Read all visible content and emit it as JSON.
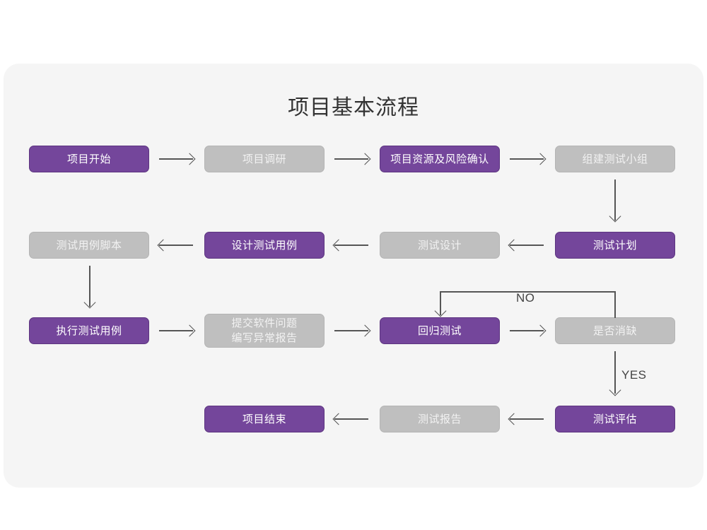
{
  "page": {
    "title": "项目基本流程",
    "background": "#ffffff",
    "card_background": "#f5f5f5"
  },
  "palette": {
    "purple": "#74469b",
    "purple_border": "#5d3580",
    "gray": "#bfbfbf",
    "gray_border": "#b4b4b4",
    "connector": "#555555",
    "title_text": "#333333",
    "node_text_on_purple": "#ffffff",
    "node_text_on_gray": "#f2f2f2"
  },
  "flowchart": {
    "type": "flowchart",
    "direction": "serpentine",
    "nodes": [
      {
        "id": "n1",
        "label": "项目开始",
        "style": "purple",
        "row": 1,
        "col": 1
      },
      {
        "id": "n2",
        "label": "项目调研",
        "style": "gray",
        "row": 1,
        "col": 2
      },
      {
        "id": "n3",
        "label": "项目资源及风险确认",
        "style": "purple",
        "row": 1,
        "col": 3
      },
      {
        "id": "n4",
        "label": "组建测试小组",
        "style": "gray",
        "row": 1,
        "col": 4
      },
      {
        "id": "n5",
        "label": "测试计划",
        "style": "purple",
        "row": 2,
        "col": 4
      },
      {
        "id": "n6",
        "label": "测试设计",
        "style": "gray",
        "row": 2,
        "col": 3
      },
      {
        "id": "n7",
        "label": "设计测试用例",
        "style": "purple",
        "row": 2,
        "col": 2
      },
      {
        "id": "n8",
        "label": "测试用例脚本",
        "style": "gray",
        "row": 2,
        "col": 1
      },
      {
        "id": "n9",
        "label": "执行测试用例",
        "style": "purple",
        "row": 3,
        "col": 1
      },
      {
        "id": "n10",
        "label": "提交软件问题\n编写异常报告",
        "style": "gray",
        "row": 3,
        "col": 2
      },
      {
        "id": "n11",
        "label": "回归测试",
        "style": "purple",
        "row": 3,
        "col": 3
      },
      {
        "id": "n12",
        "label": "是否消缺",
        "style": "gray",
        "row": 3,
        "col": 4
      },
      {
        "id": "n13",
        "label": "测试评估",
        "style": "purple",
        "row": 4,
        "col": 4
      },
      {
        "id": "n14",
        "label": "测试报告",
        "style": "gray",
        "row": 4,
        "col": 3
      },
      {
        "id": "n15",
        "label": "项目结束",
        "style": "purple",
        "row": 4,
        "col": 2
      }
    ],
    "edges": [
      {
        "from": "n1",
        "to": "n2",
        "label": "",
        "direction": "right"
      },
      {
        "from": "n2",
        "to": "n3",
        "label": "",
        "direction": "right"
      },
      {
        "from": "n3",
        "to": "n4",
        "label": "",
        "direction": "right"
      },
      {
        "from": "n4",
        "to": "n5",
        "label": "",
        "direction": "down"
      },
      {
        "from": "n5",
        "to": "n6",
        "label": "",
        "direction": "left"
      },
      {
        "from": "n6",
        "to": "n7",
        "label": "",
        "direction": "left"
      },
      {
        "from": "n7",
        "to": "n8",
        "label": "",
        "direction": "left"
      },
      {
        "from": "n8",
        "to": "n9",
        "label": "",
        "direction": "down"
      },
      {
        "from": "n9",
        "to": "n10",
        "label": "",
        "direction": "right"
      },
      {
        "from": "n10",
        "to": "n11",
        "label": "",
        "direction": "right"
      },
      {
        "from": "n11",
        "to": "n12",
        "label": "",
        "direction": "right"
      },
      {
        "from": "n12",
        "to": "n11",
        "label": "NO",
        "direction": "loop-back-up"
      },
      {
        "from": "n12",
        "to": "n13",
        "label": "YES",
        "direction": "down"
      },
      {
        "from": "n13",
        "to": "n14",
        "label": "",
        "direction": "left"
      },
      {
        "from": "n14",
        "to": "n15",
        "label": "",
        "direction": "left"
      }
    ],
    "edge_labels": {
      "no": "NO",
      "yes": "YES"
    }
  }
}
